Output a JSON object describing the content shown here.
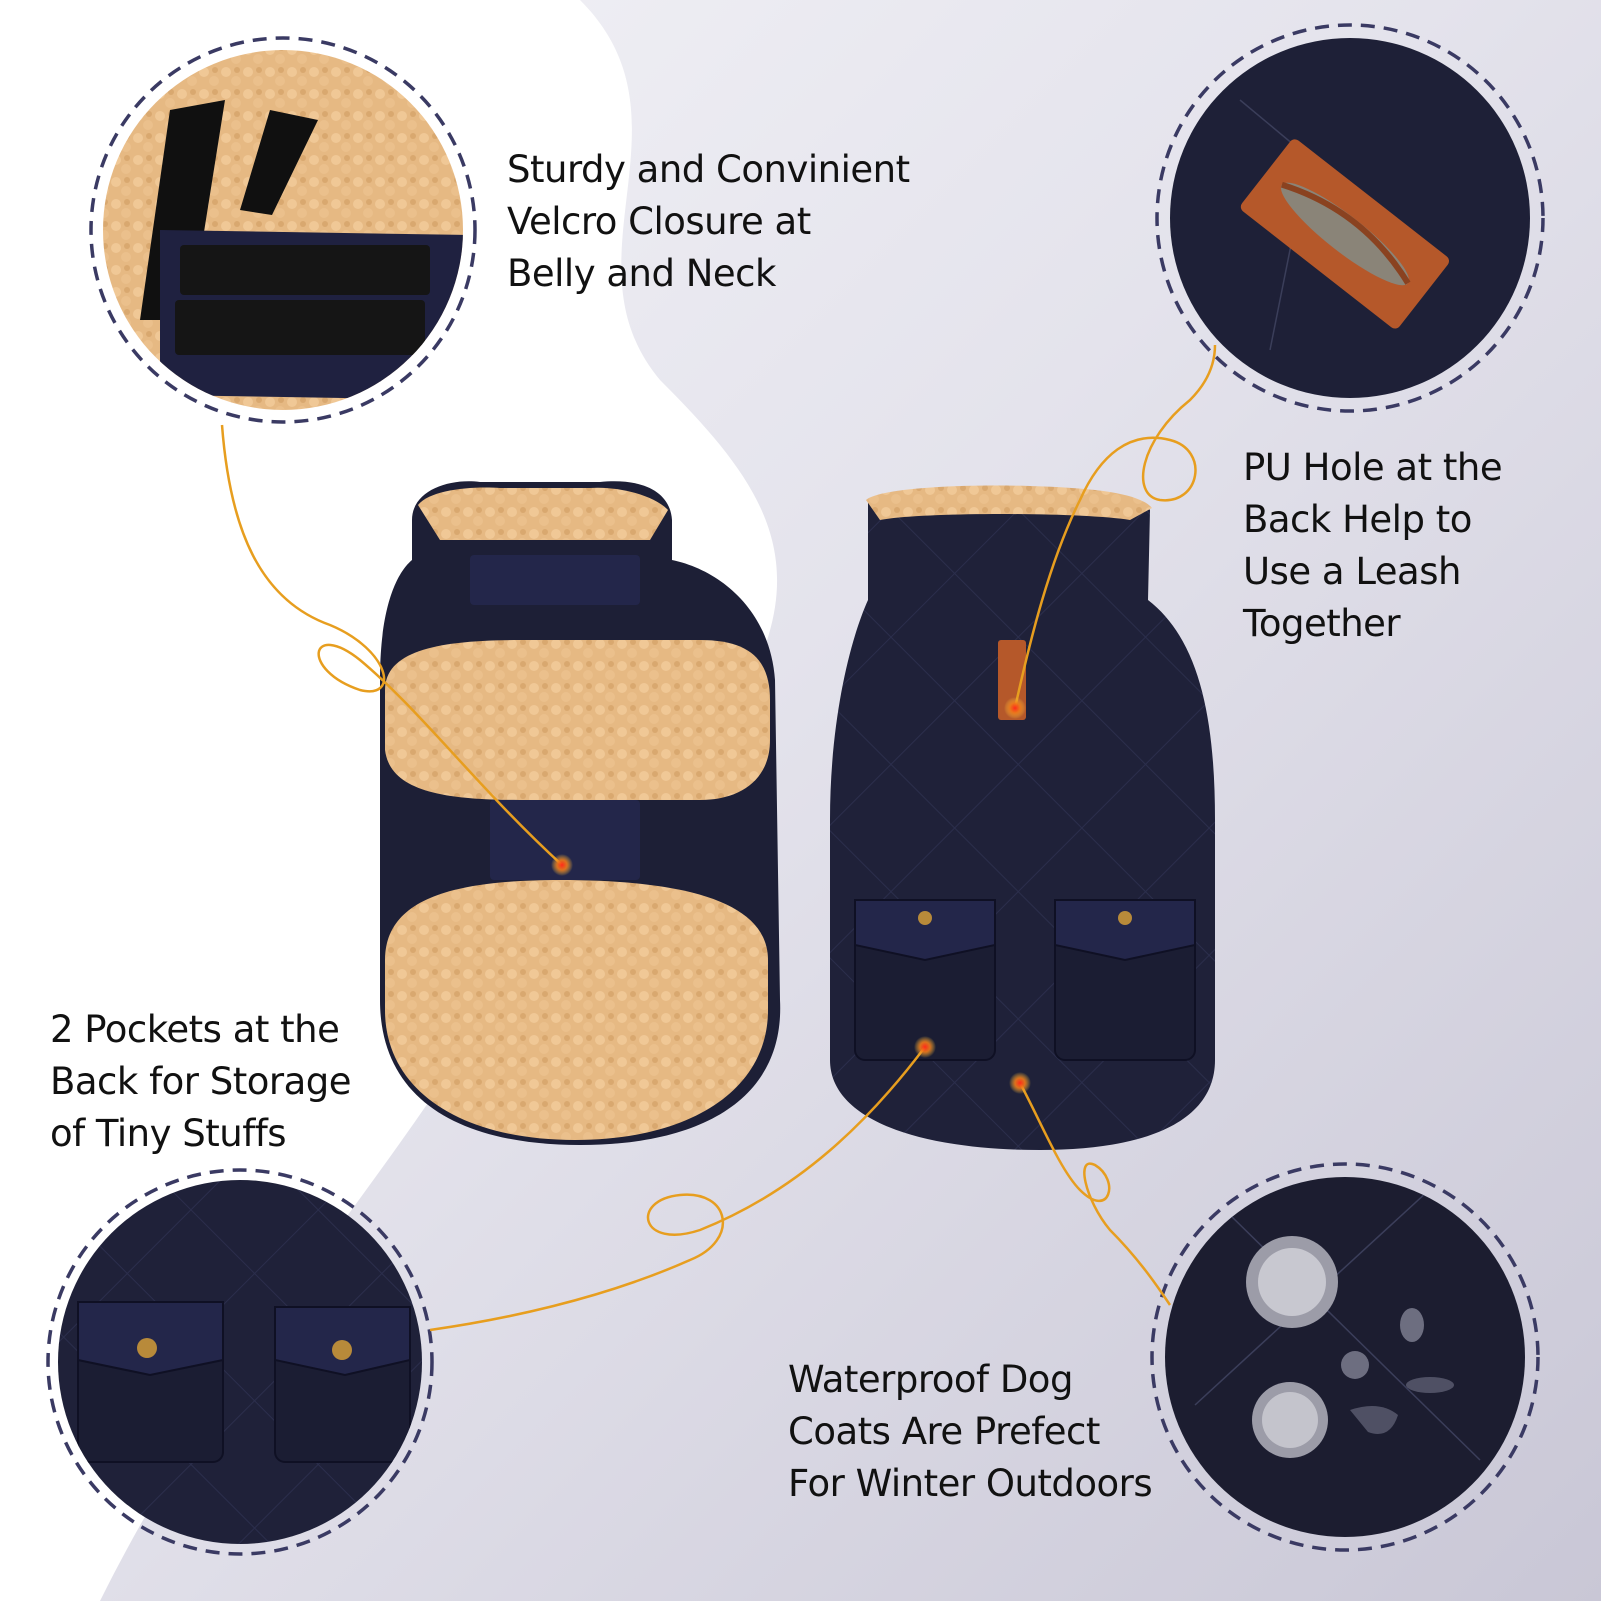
{
  "infographic": {
    "subject": "Reversible quilted dog coat with sherpa lining",
    "colors": {
      "background_light": "#f4f4f8",
      "background_dark": "#c9c7d6",
      "white_wave": "#ffffff",
      "coat_navy": "#1d1f36",
      "fleece_tan": "#e8bd88",
      "leather_brown": "#b5582a",
      "callout_line": "#e79e1f",
      "dashed_ring": "#3a3a63",
      "hotspot_red": "#e2261c"
    },
    "callouts": [
      {
        "id": "velcro",
        "lines": [
          "Sturdy and Convinient",
          "Velcro Closure at",
          "Belly and Neck"
        ],
        "detail_image": "velcro-closure-closeup"
      },
      {
        "id": "pu-hole",
        "lines": [
          "PU Hole at the",
          "Back Help to",
          "Use a Leash",
          "Together"
        ],
        "detail_image": "leather-leash-hole-closeup"
      },
      {
        "id": "pockets",
        "lines": [
          "2 Pockets at the",
          "Back for Storage",
          "of Tiny Stuffs"
        ],
        "detail_image": "two-pockets-closeup"
      },
      {
        "id": "waterproof",
        "lines": [
          "Waterproof Dog",
          "Coats Are Prefect",
          "For Winter Outdoors"
        ],
        "detail_image": "water-droplets-closeup"
      }
    ],
    "products": [
      {
        "view": "inside-fleece-side"
      },
      {
        "view": "outside-quilted-side"
      }
    ]
  }
}
